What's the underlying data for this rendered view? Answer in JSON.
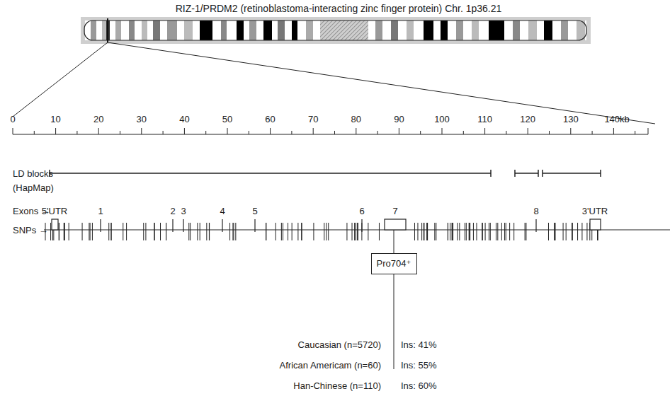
{
  "diagram": {
    "title": "RIZ-1/PRDM2 (retinoblastoma-interacting zinc finger protein) Chr. 1p36.21",
    "nodes": [
      {
        "text": [
          "Pro704⁺"
        ]
      }
    ],
    "labels": [
      "0",
      "10",
      "20",
      "30",
      "40",
      "50",
      "60",
      "70",
      "80",
      "90",
      "100",
      "110",
      "120",
      "130",
      "140kb",
      "LD blocks",
      "(HapMap)",
      "Exons →",
      "5'UTR",
      "1",
      "2",
      "3",
      "4",
      "5",
      "6",
      "7",
      "8",
      "3'UTR",
      "SNPs →",
      "Caucasian (n=5720)",
      "Ins: 41%",
      "African Americam (n=60)",
      "Ins: 55%",
      "Han-Chinese (n=110)",
      "Ins: 60%"
    ]
  }
}
